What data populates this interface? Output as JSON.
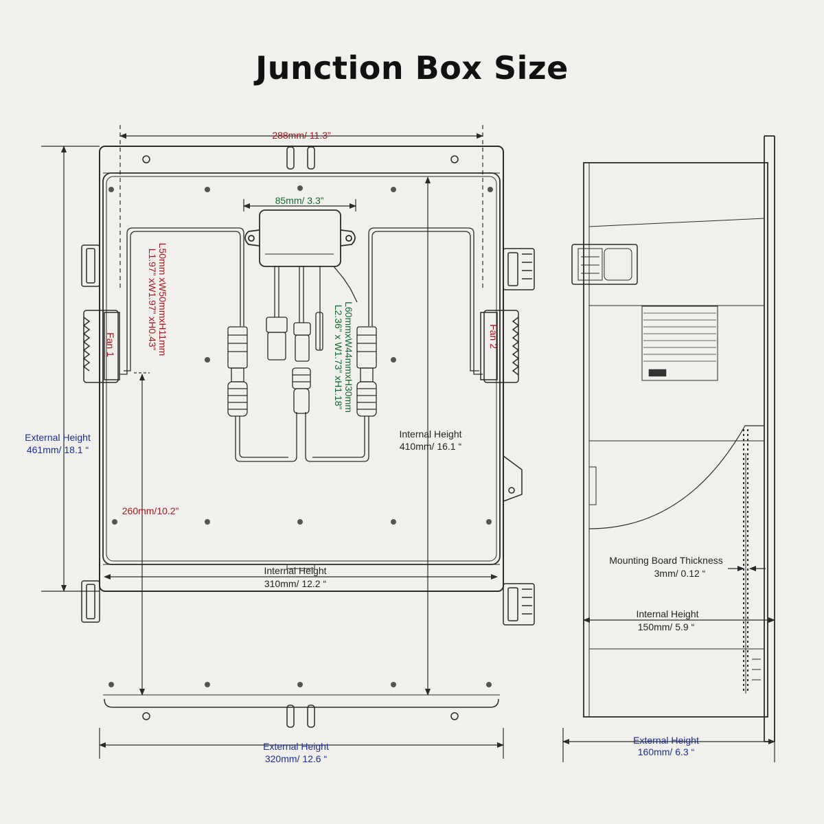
{
  "title": "Junction Box Size",
  "colors": {
    "red": "#a4161a",
    "green": "#0e6b2f",
    "blue": "#1b2e8f",
    "line": "#2a2a2a",
    "background": "#f1f0ec"
  },
  "front_view": {
    "top_width": "288mm/ 11.3”",
    "module_width": "85mm/ 3.3”",
    "fan1": "Fan 1",
    "fan2": "Fan 2",
    "fan_dims_line1": "L50mm xW50mmxH11mm",
    "fan_dims_line2": "L1.97” xW1.97” xH0.43”",
    "module_dims_line1": "L60mmxW44mmxH30mm",
    "module_dims_line2": "L2.36” x W1.73” xH1.18”",
    "fan_height": "260mm/10.2”",
    "external_height_label": "External Height",
    "external_height_value": "461mm/ 18.1 “",
    "internal_height_label": "Internal Height",
    "internal_height_value": "410mm/ 16.1 “",
    "internal_width_label": "Internal Height",
    "internal_width_value": "310mm/ 12.2 “",
    "external_width_label": "External Height",
    "external_width_value": "320mm/ 12.6 “"
  },
  "side_view": {
    "board_label": "Mounting Board Thickness",
    "board_value": "3mm/ 0.12 “",
    "internal_depth_label": "Internal Height",
    "internal_depth_value": "150mm/ 5.9 “",
    "external_depth_label": "External Height",
    "external_depth_value": "160mm/ 6.3 “"
  }
}
